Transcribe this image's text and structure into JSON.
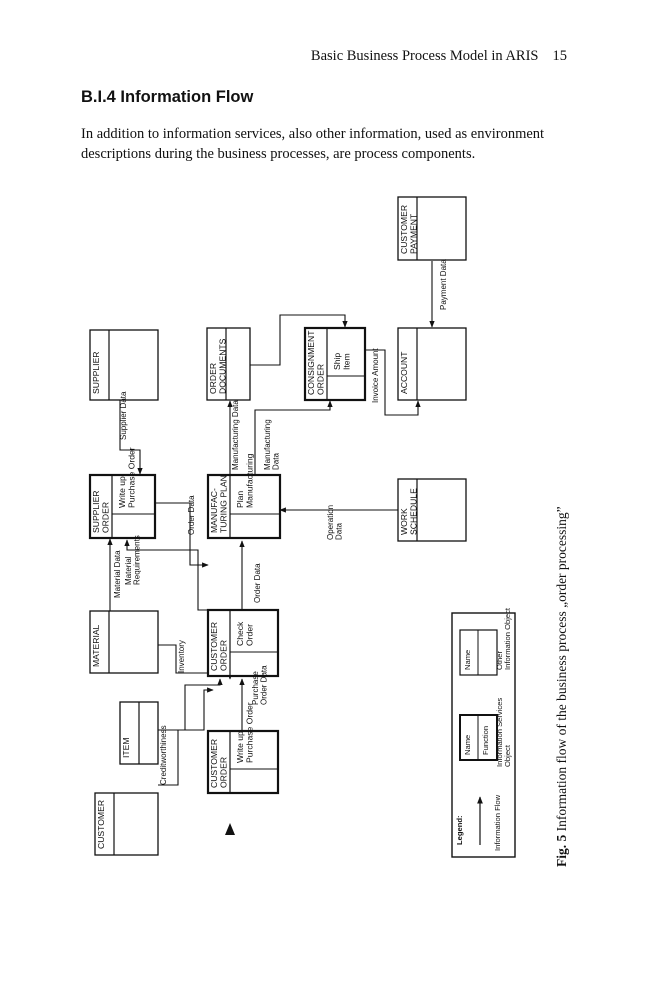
{
  "header": {
    "running_title": "Basic Business Process Model in ARIS",
    "page_number": "15"
  },
  "section": {
    "heading": "B.I.4 Information Flow"
  },
  "paragraph": "In addition to information services, also other information, used as environment descriptions during the business processes, are process components.",
  "diagram": {
    "objects": {
      "customer": "CUSTOMER",
      "item": "ITEM",
      "material": "MATERIAL",
      "supplier": "SUPPLIER",
      "order_documents": [
        "ORDER",
        "DOCUMENTS"
      ],
      "work_schedule": [
        "WORK",
        "SCHEDULE"
      ],
      "account": "ACCOUNT",
      "customer_payment": [
        "CUSTOMER",
        "PAYMENT"
      ]
    },
    "functions": {
      "cust_order_1": {
        "title": [
          "CUSTOMER",
          "ORDER"
        ],
        "function": [
          "Write up",
          "Purchase Order"
        ]
      },
      "cust_order_2": {
        "title": [
          "CUSTOMER",
          "ORDER"
        ],
        "function": [
          "Check",
          "Order"
        ]
      },
      "supplier_order": {
        "title": [
          "SUPPLIER",
          "ORDER"
        ],
        "function": [
          "Write up",
          "Purchase Order"
        ]
      },
      "manufacturing_plan": {
        "title": [
          "MANUFAC-",
          "TURING PLAN"
        ],
        "function": [
          "Plan",
          "Manufacturing"
        ]
      },
      "consignment": {
        "title": [
          "CONSIGNMENT",
          "ORDER"
        ],
        "function": [
          "Ship",
          "Item"
        ]
      }
    },
    "flows": {
      "creditworthiness": "Creditworthiness",
      "purchase_order_data": [
        "Purchase",
        "Order Data"
      ],
      "inventory": "Inventory",
      "material_data": "Material Data",
      "material_requirements": [
        "Material",
        "Requirements"
      ],
      "supplier_data": "Supplier Data",
      "order_data_1": "Order Data",
      "order_data_2": "Order Data",
      "manufacturing_data_1": "Manufacturing Data",
      "manufacturing_data_2": [
        "Manufacturing",
        "Data"
      ],
      "operation_data": [
        "Operation",
        "Data"
      ],
      "invoice_amount": "Invoice Amount",
      "payment_data": "Payment Data"
    },
    "legend": {
      "title": "Legend:",
      "information_flow": "Information Flow",
      "box_name": "Name",
      "box_function": "Function",
      "info_services": [
        "Information Services",
        "Object"
      ],
      "other_info": [
        "Other",
        "Information Object"
      ]
    }
  },
  "caption": {
    "label": "Fig. 5",
    "text": " Information flow of the business process „order processing”"
  }
}
